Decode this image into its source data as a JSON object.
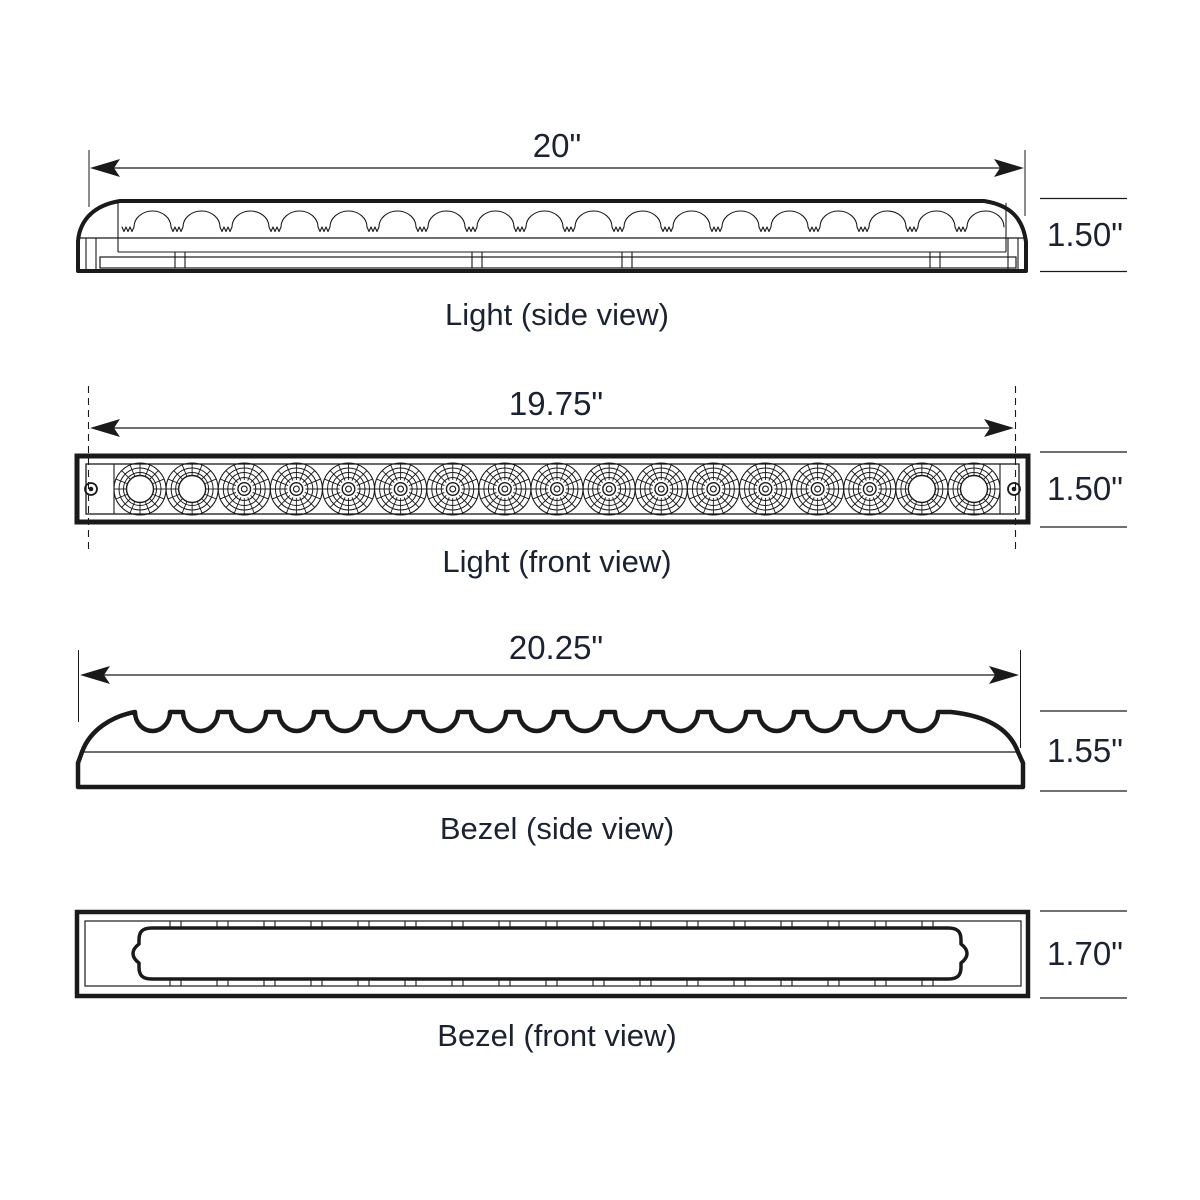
{
  "page": {
    "background": "#ffffff",
    "line_color": "#1a1a1a",
    "text_color": "#1b2230"
  },
  "views": [
    {
      "caption": "Light (side view)",
      "length": "20\"",
      "height": "1.50\""
    },
    {
      "caption": "Light (front view)",
      "length": "19.75\"",
      "height": "1.50\""
    },
    {
      "caption": "Bezel (side view)",
      "length": "20.25\"",
      "height": "1.55\""
    },
    {
      "caption": "Bezel (front view)",
      "height": "1.70\""
    }
  ],
  "drawing": {
    "led_count": 17,
    "lens_bump_count": 18,
    "bezel_scallop_count": 17,
    "mounting_hole_count": 2
  }
}
